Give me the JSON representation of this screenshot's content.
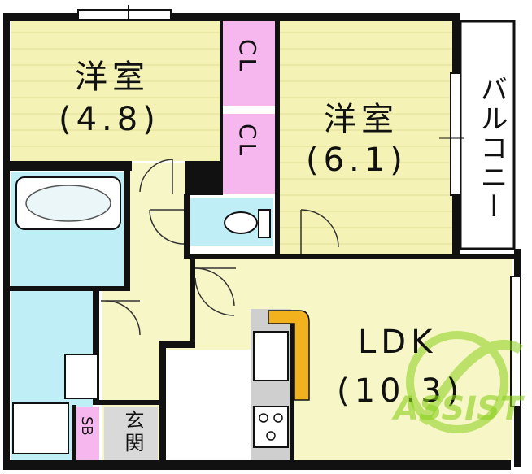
{
  "colors": {
    "bedroom": "#f4f2b4",
    "closet": "#f6b6ee",
    "wet_area": "#bfeef6",
    "ldk": "#f7f6c6",
    "wall": "#111111",
    "kitchen_floor": "#cfcfcf",
    "stair": "#f2b21e",
    "logo_green": "#8bd11e"
  },
  "rooms": {
    "bedroom_a": {
      "name": "洋室",
      "size": "(4.8)"
    },
    "bedroom_b": {
      "name": "洋室",
      "size": "(6.1)"
    },
    "closet_a": "CL",
    "closet_b": "CL",
    "balcony": "バルコニー",
    "ldk": {
      "name": "LDK",
      "size": "(10.3)"
    },
    "shoe_box": "SB",
    "entrance": "玄関"
  },
  "watermark": "ASSIST"
}
